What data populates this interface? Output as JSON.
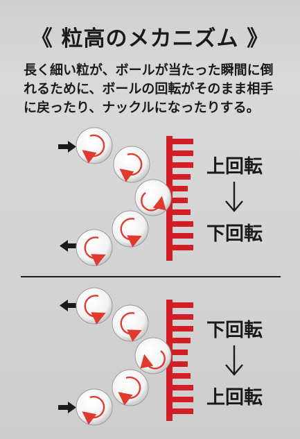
{
  "title": "《 粒高のメカニズム 》",
  "description": [
    "長く細い粒が、ボールが当たった瞬間に倒",
    "れるために、ボールの回転がそのまま相手",
    "に戻ったり、ナックルになったりする。"
  ],
  "top_diagram": {
    "spin_before": "上回転",
    "spin_after": "下回転"
  },
  "bottom_diagram": {
    "spin_before": "下回転",
    "spin_after": "上回転"
  },
  "colors": {
    "rubber": "#d21f26",
    "spin_arrow": "#e03a2e",
    "ball": "#f7f7f7",
    "text": "#1a1a1a"
  }
}
